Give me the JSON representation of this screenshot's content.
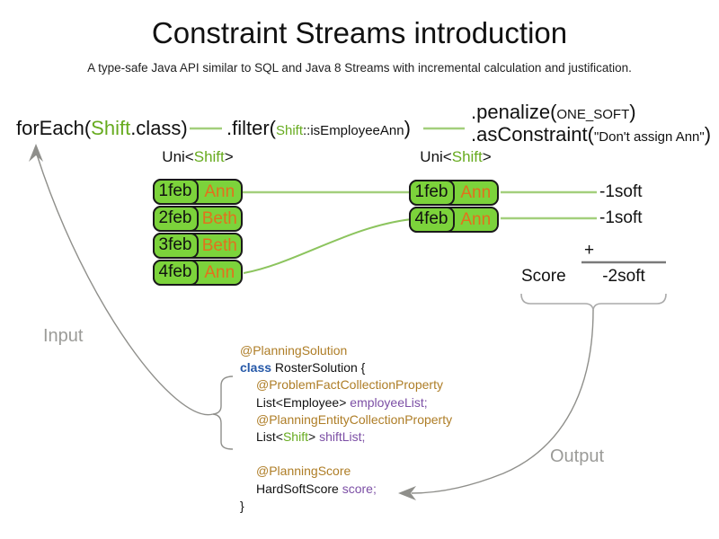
{
  "title": "Constraint Streams introduction",
  "subtitle": "A type-safe Java API similar to SQL and Java 8 Streams with incremental calculation and justification.",
  "colors": {
    "green_box": "#7cd33b",
    "green_text": "#67ab1f",
    "line_green": "#a3cf7c",
    "curve_green": "#8cc45e",
    "orange": "#e2711d",
    "annotation": "#ae7d26",
    "keyword": "#2558a8",
    "field": "#7c4fa5",
    "arrow_gray": "#8f8f8b",
    "label_gray": "#9b9b98",
    "sum_line": "#7a7a7a",
    "bracket_gray": "#aaaaaa"
  },
  "pipeline": {
    "foreach": {
      "prefix": "forEach(",
      "type": "Shift",
      "suffix": ".class)"
    },
    "filter": {
      "prefix": ".filter(",
      "type": "Shift",
      "method": "::isEmployeeAnn",
      "close": ")"
    },
    "penalize": {
      "prefix": ".penalize(",
      "arg": "ONE_SOFT",
      "close": ")"
    },
    "as_constraint": {
      "prefix": ".asConstraint(",
      "arg": "\"Don't assign Ann\"",
      "close": ")"
    }
  },
  "streams": {
    "input": {
      "label": {
        "prefix": "Uni<",
        "type": "Shift",
        "suffix": ">"
      },
      "rows": [
        {
          "date": "1feb",
          "name": "Ann"
        },
        {
          "date": "2feb",
          "name": "Beth"
        },
        {
          "date": "3feb",
          "name": "Beth"
        },
        {
          "date": "4feb",
          "name": "Ann"
        }
      ]
    },
    "filtered": {
      "label": {
        "prefix": "Uni<",
        "type": "Shift",
        "suffix": ">"
      },
      "rows": [
        {
          "date": "1feb",
          "name": "Ann"
        },
        {
          "date": "4feb",
          "name": "Ann"
        }
      ]
    }
  },
  "scores": {
    "penalties": [
      "-1soft",
      "-1soft"
    ],
    "plus": "+",
    "label": "Score",
    "total": "-2soft"
  },
  "flow_labels": {
    "input": "Input",
    "output": "Output"
  },
  "code": {
    "annotation_solution": "@PlanningSolution",
    "keyword_class": "class",
    "class_decl": " RosterSolution {",
    "annotation_problem_fact": "@ProblemFactCollectionProperty",
    "employee_decl_type": "List<Employee> ",
    "employee_field": "employeeList;",
    "annotation_planning_entity": "@PlanningEntityCollectionProperty",
    "shift_decl_prefix": "List<",
    "shift_type": "Shift",
    "shift_decl_suffix": "> ",
    "shift_field": "shiftList;",
    "annotation_planning_score": "@PlanningScore",
    "score_decl_type": "HardSoftScore ",
    "score_field": "score;",
    "closing_brace": "}"
  }
}
